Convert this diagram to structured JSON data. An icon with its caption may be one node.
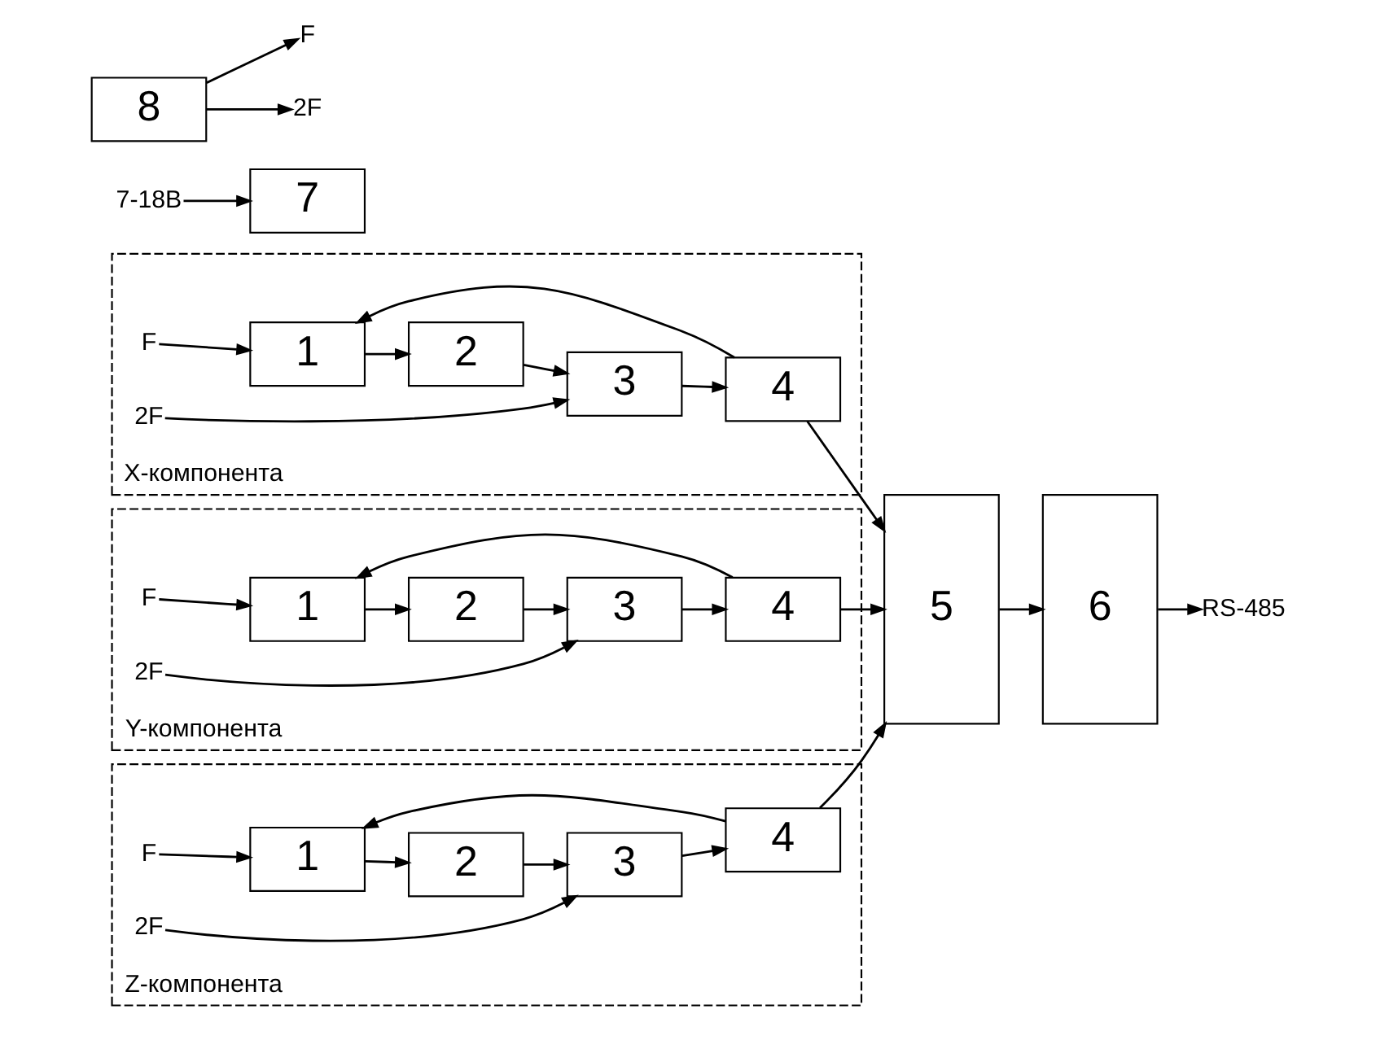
{
  "diagram": {
    "nodes": [
      {
        "text": [
          "X-компонента"
        ]
      },
      {
        "text": [
          "F"
        ],
        "in": 0
      },
      {
        "text": [
          "1"
        ],
        "in": 0
      },
      {
        "text": [
          "2"
        ],
        "in": 0
      },
      {
        "text": [
          "3"
        ],
        "in": 0
      },
      {
        "text": [
          "4"
        ],
        "in": 0
      },
      {
        "text": [
          "2F"
        ],
        "in": 0
      },
      {
        "text": [
          "Y-компонента"
        ]
      },
      {
        "text": [
          "F"
        ],
        "in": 7
      },
      {
        "text": [
          "1"
        ],
        "in": 7
      },
      {
        "text": [
          "2"
        ],
        "in": 7
      },
      {
        "text": [
          "3"
        ],
        "in": 7
      },
      {
        "text": [
          "4"
        ],
        "in": 7
      },
      {
        "text": [
          "2F"
        ],
        "in": 7
      },
      {
        "text": [
          "Z-компонента"
        ]
      },
      {
        "text": [
          "F"
        ],
        "in": 14
      },
      {
        "text": [
          "1"
        ],
        "in": 14
      },
      {
        "text": [
          "2"
        ],
        "in": 14
      },
      {
        "text": [
          "3"
        ],
        "in": 14
      },
      {
        "text": [
          "4"
        ],
        "in": 14
      },
      {
        "text": [
          "2F"
        ],
        "in": 14
      },
      {
        "text": [
          "5"
        ]
      },
      {
        "text": [
          "6"
        ]
      },
      {
        "text": [
          "RS-485"
        ]
      },
      {
        "text": [
          "7-18В"
        ]
      },
      {
        "text": [
          "7"
        ]
      },
      {
        "text": [
          "8"
        ]
      },
      {
        "text": [
          "F"
        ]
      },
      {
        "text": [
          "2F"
        ]
      }
    ],
    "edges": [
      {
        "from": 1,
        "to": 2,
        "arrow": "to"
      },
      {
        "from": 2,
        "to": 3,
        "arrow": "to"
      },
      {
        "from": 3,
        "to": 4,
        "arrow": "to"
      },
      {
        "from": 4,
        "to": 5,
        "arrow": "to"
      },
      {
        "from": 5,
        "to": 2,
        "arrow": "to"
      },
      {
        "from": 6,
        "to": 4,
        "arrow": "to"
      },
      {
        "from": 5,
        "to": 21,
        "arrow": "to"
      },
      {
        "from": 8,
        "to": 9,
        "arrow": "to"
      },
      {
        "from": 9,
        "to": 10,
        "arrow": "to"
      },
      {
        "from": 10,
        "to": 11,
        "arrow": "to"
      },
      {
        "from": 11,
        "to": 12,
        "arrow": "to"
      },
      {
        "from": 12,
        "to": 9,
        "arrow": "to"
      },
      {
        "from": 13,
        "to": 11,
        "arrow": "to"
      },
      {
        "from": 12,
        "to": 21,
        "arrow": "to"
      },
      {
        "from": 15,
        "to": 16,
        "arrow": "to"
      },
      {
        "from": 16,
        "to": 17,
        "arrow": "to"
      },
      {
        "from": 17,
        "to": 18,
        "arrow": "to"
      },
      {
        "from": 18,
        "to": 19,
        "arrow": "to"
      },
      {
        "from": 19,
        "to": 16,
        "arrow": "to"
      },
      {
        "from": 20,
        "to": 18,
        "arrow": "to"
      },
      {
        "from": 19,
        "to": 21,
        "arrow": "to"
      },
      {
        "from": 21,
        "to": 22,
        "arrow": "to"
      },
      {
        "from": 22,
        "to": 23,
        "arrow": "to"
      },
      {
        "from": 24,
        "to": 25,
        "arrow": "to"
      },
      {
        "from": 26,
        "to": 27,
        "arrow": "to"
      },
      {
        "from": 26,
        "to": 28,
        "arrow": "to"
      }
    ]
  }
}
